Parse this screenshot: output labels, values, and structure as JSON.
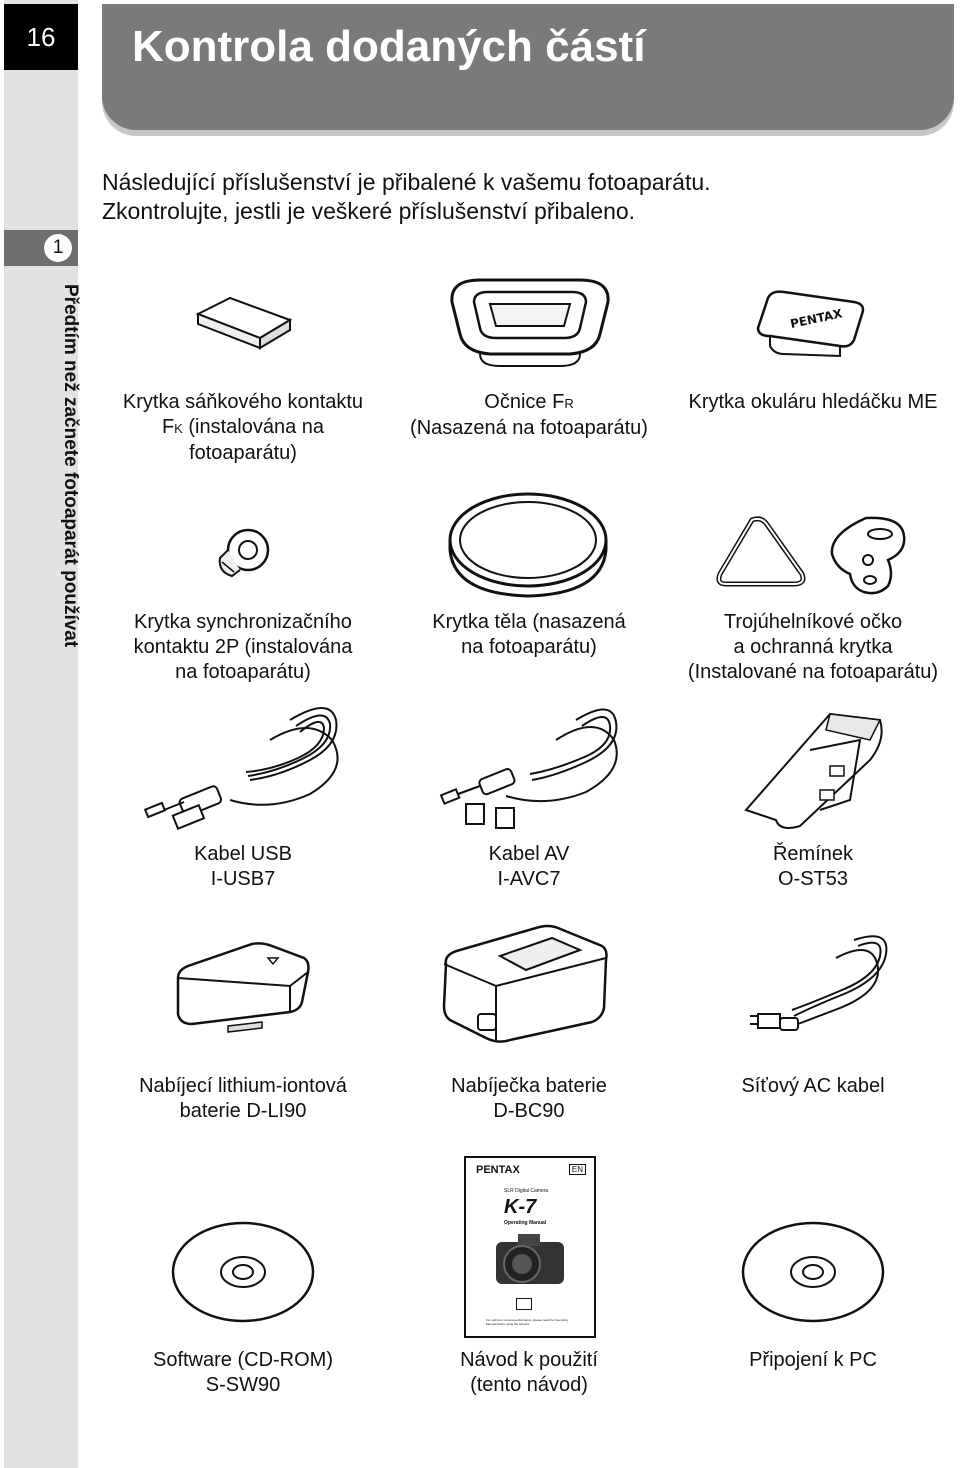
{
  "page": {
    "number": "16"
  },
  "sidebar": {
    "chapter_number": "1",
    "chapter_title": "Předtím než začnete fotoaparát používat"
  },
  "header": {
    "title": "Kontrola dodaných částí"
  },
  "intro": {
    "line1": "Následující příslušenství je přibalené k vašemu fotoaparátu.",
    "line2": "Zkontrolujte, jestli je veškeré příslušenství přibaleno."
  },
  "items": {
    "hot_shoe_cover": {
      "line1": "Krytka sáňkového kontaktu",
      "line2_prefix": "F",
      "line2_sub": "K",
      "line2_suffix": " (instalována na",
      "line3": "fotoaparátu)"
    },
    "eyecup": {
      "line1_prefix": "Očnice F",
      "line1_sub": "R",
      "line2": "(Nasazená na fotoaparátu)"
    },
    "eyepiece_cap": {
      "line1": "Krytka okuláru hledáčku ME",
      "logo_text": "PENTAX"
    },
    "sync_socket_cover": {
      "line1": "Krytka synchronizačního",
      "line2": "kontaktu 2P (instalována",
      "line3": "na fotoaparátu)"
    },
    "body_cap": {
      "line1": "Krytka těla (nasazená",
      "line2": "na fotoaparátu)"
    },
    "strap_lug": {
      "line1": "Trojúhelníkové očko",
      "line2": "a ochranná krytka",
      "line3": "(Instalované na fotoaparátu)"
    },
    "usb_cable": {
      "line1": "Kabel USB",
      "line2": "I-USB7"
    },
    "av_cable": {
      "line1": "Kabel AV",
      "line2": "I-AVC7"
    },
    "strap": {
      "line1": "Řemínek",
      "line2": "O-ST53"
    },
    "battery": {
      "line1": "Nabíjecí lithium-iontová",
      "line2": "baterie D-LI90"
    },
    "charger": {
      "line1": "Nabíječka baterie",
      "line2": "D-BC90"
    },
    "ac_cord": {
      "line1": "Síťový AC kabel"
    },
    "software": {
      "line1": "Software (CD-ROM)",
      "line2": "S-SW90"
    },
    "manual": {
      "line1": "Návod k použití",
      "line2": "(tento návod)",
      "brand": "PENTAX",
      "lang_badge": "EN",
      "subtitle": "SLR Digital Camera",
      "model": "K-7",
      "doc_type": "Operating Manual",
      "footer_note": "For optimum camera performance, please read the Operating Manual before using the camera."
    },
    "pc_connect": {
      "line1": "Připojení k PC"
    }
  }
}
